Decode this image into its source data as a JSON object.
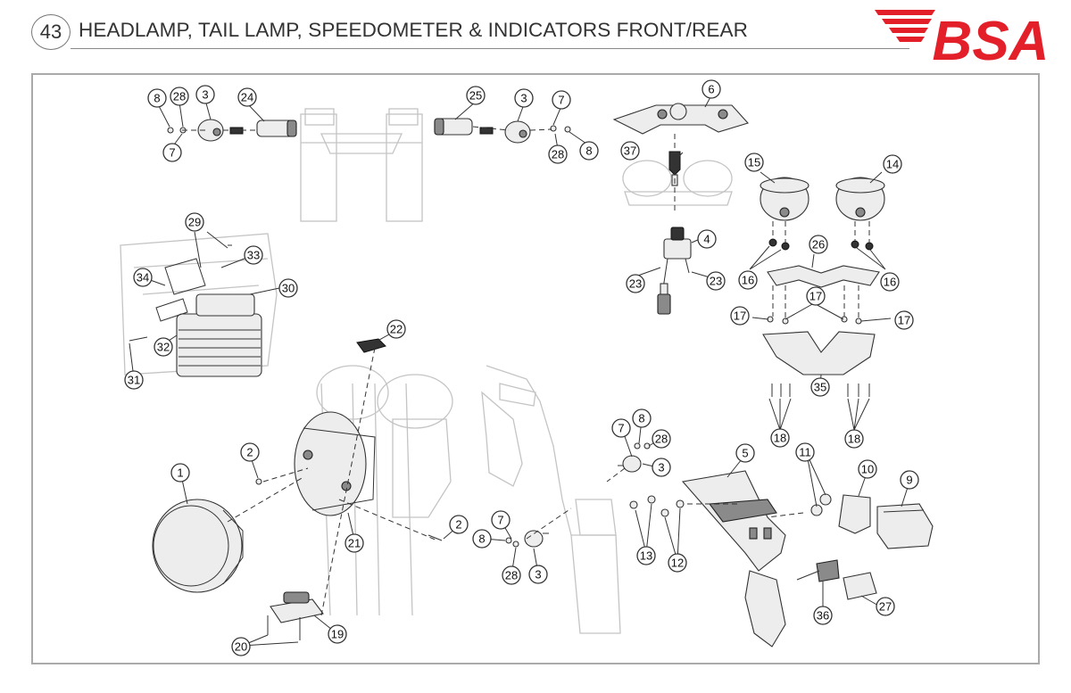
{
  "header": {
    "page_number": "43",
    "title": "HEADLAMP, TAIL LAMP, SPEEDOMETER & INDICATORS FRONT/REAR"
  },
  "logo": {
    "text": "BSA",
    "color": "#e3202a"
  },
  "colors": {
    "frame": "#aaaaaa",
    "callout_stroke": "#333333",
    "ghost_parts": "#c4c4c4"
  },
  "callouts": {
    "c1": "1",
    "c2a": "2",
    "c2b": "2",
    "c3a": "3",
    "c3b": "3",
    "c3c": "3",
    "c3d": "3",
    "c4": "4",
    "c5": "5",
    "c6": "6",
    "c7a": "7",
    "c7b": "7",
    "c7c": "7",
    "c7d": "7",
    "c8a": "8",
    "c8b": "8",
    "c8c": "8",
    "c8d": "8",
    "c9": "9",
    "c10": "10",
    "c11": "11",
    "c12": "12",
    "c13": "13",
    "c14": "14",
    "c15": "15",
    "c16a": "16",
    "c16b": "16",
    "c17a": "17",
    "c17b": "17",
    "c17c": "17",
    "c18a": "18",
    "c18b": "18",
    "c19": "19",
    "c20": "20",
    "c21": "21",
    "c22": "22",
    "c23a": "23",
    "c23b": "23",
    "c24": "24",
    "c25": "25",
    "c26": "26",
    "c27": "27",
    "c28a": "28",
    "c28b": "28",
    "c28c": "28",
    "c28d": "28",
    "c29": "29",
    "c30": "30",
    "c31": "31",
    "c32": "32",
    "c33": "33",
    "c34": "34",
    "c35": "35",
    "c36": "36",
    "c37": "37"
  }
}
